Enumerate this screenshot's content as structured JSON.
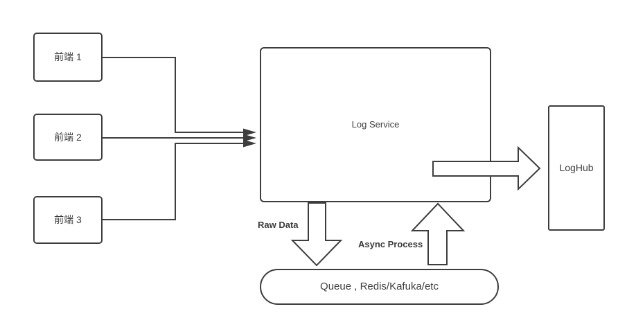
{
  "diagram": {
    "nodes": {
      "frontend1": {
        "label": "前端 1"
      },
      "frontend2": {
        "label": "前端 2"
      },
      "frontend3": {
        "label": "前端 3"
      },
      "log_service": {
        "label": "Log Service"
      },
      "loghub": {
        "label": "LogHub"
      },
      "queue": {
        "label": "Queue , Redis/Kafuka/etc"
      }
    },
    "edge_labels": {
      "raw_data": "Raw Data",
      "async_process": "Async Process"
    },
    "colors": {
      "stroke": "#3d3d3d",
      "node_fill": "#ffffff",
      "background": "#ffffff",
      "text": "#3f3f3f"
    }
  }
}
